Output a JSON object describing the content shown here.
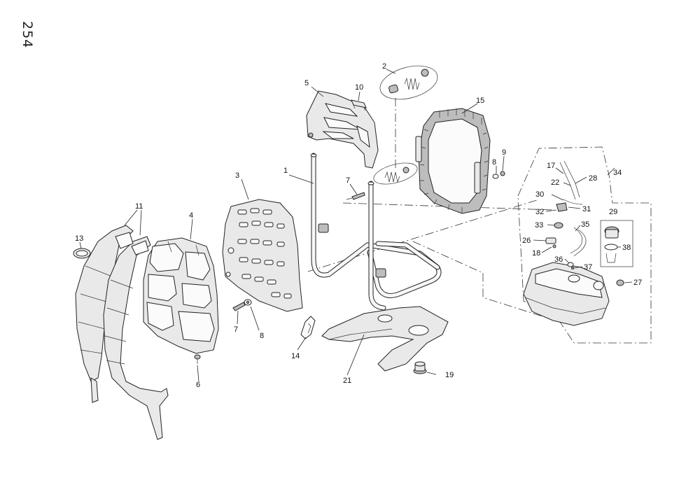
{
  "page_number": "254",
  "callouts": {
    "c1": "1",
    "c2": "2",
    "c3": "3",
    "c4": "4",
    "c5": "5",
    "c6": "6",
    "c7a": "7",
    "c7b": "7",
    "c8a": "8",
    "c8b": "8",
    "c9": "9",
    "c10": "10",
    "c11": "11",
    "c13": "13",
    "c14": "14",
    "c15": "15",
    "c17": "17",
    "c18": "18",
    "c19": "19",
    "c21": "21",
    "c22": "22",
    "c26": "26",
    "c27": "27",
    "c28": "28",
    "c29": "29",
    "c30": "30",
    "c31": "31",
    "c32": "32",
    "c33": "33",
    "c34": "34",
    "c35": "35",
    "c36": "36",
    "c37": "37",
    "c38": "38"
  }
}
